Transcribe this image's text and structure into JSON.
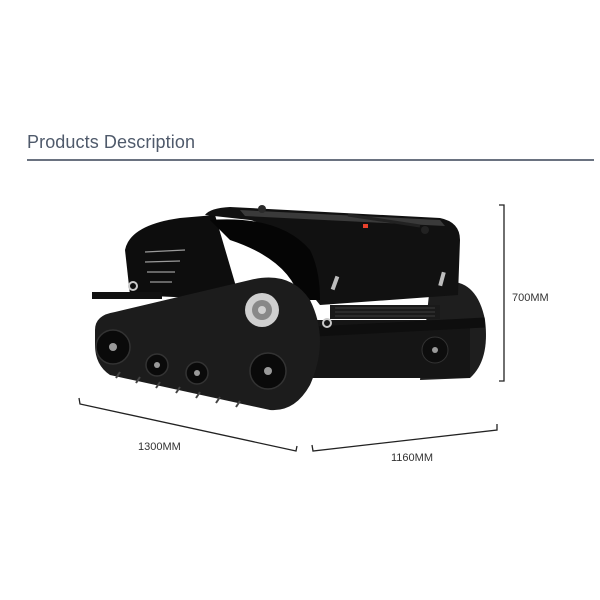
{
  "section": {
    "title": "Products Description"
  },
  "product_image": {
    "subject": "tracked remote-control lawn mower",
    "body_color": "#111111",
    "track_color": "#1c1c1c",
    "sprocket_color": "#cfcfcf",
    "indicator_color": "#e8412c"
  },
  "dimensions": {
    "height_label": "700MM",
    "length_label": "1300MM",
    "width_label": "1160MM"
  }
}
